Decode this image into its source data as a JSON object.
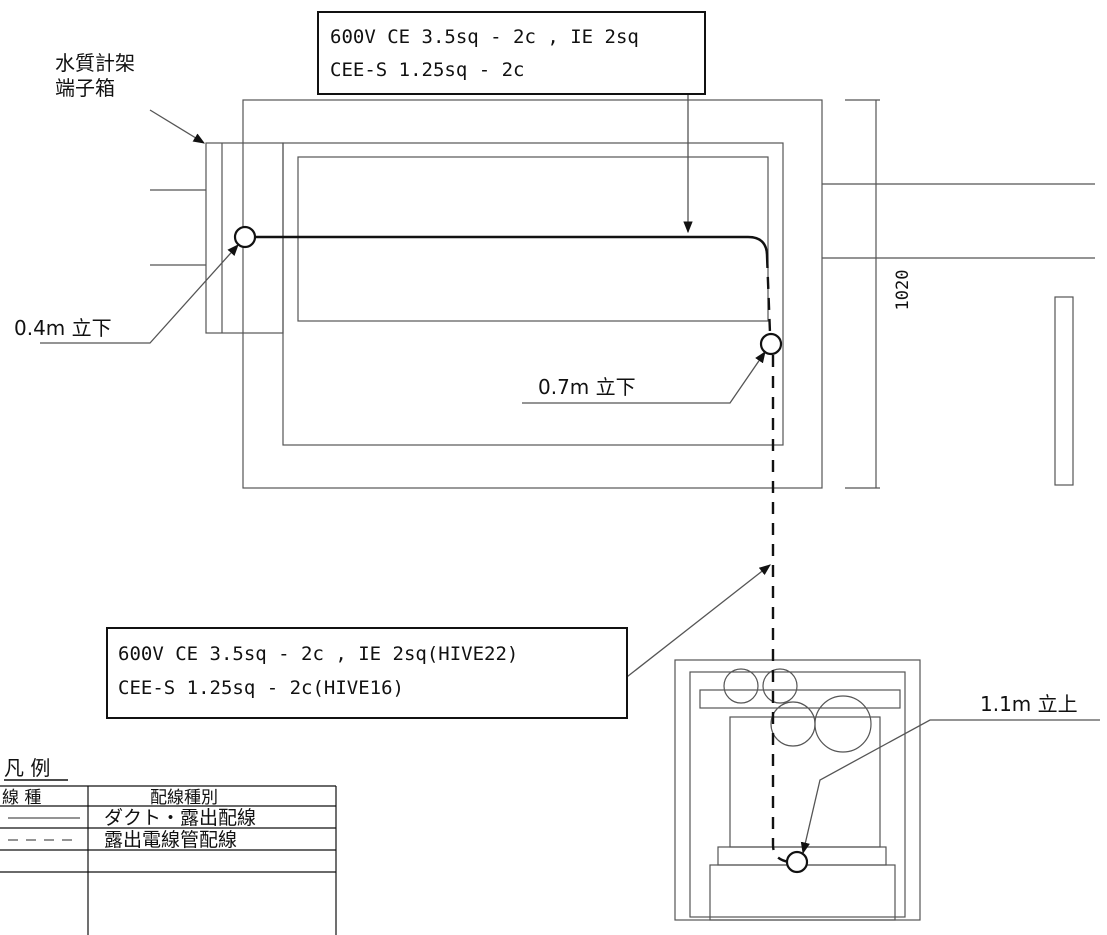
{
  "terminal_box_label": {
    "line1": "水質計架",
    "line2": "端子箱"
  },
  "cable_spec_top": {
    "line1": "600V CE 3.5sq - 2c , IE 2sq",
    "line2": "CEE-S 1.25sq - 2c"
  },
  "cable_spec_bottom": {
    "line1": "600V CE 3.5sq - 2c , IE 2sq(HIVE22)",
    "line2": "CEE-S 1.25sq - 2c(HIVE16)"
  },
  "drop_left": "0.4m 立下",
  "drop_mid": "0.7m 立下",
  "rise_right": "1.1m 立上",
  "dimension": "1020",
  "legend": {
    "title": "凡 例",
    "col_type": "線 種",
    "col_kind": "配線種別",
    "rows": [
      {
        "style": "solid",
        "label": "ダクト・露出配線"
      },
      {
        "style": "dashed",
        "label": "露出電線管配線"
      }
    ]
  }
}
